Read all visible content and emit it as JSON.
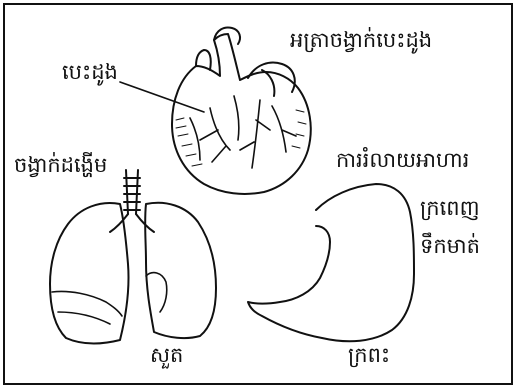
{
  "labels": {
    "heart_title": "អត្រាចង្វាក់បេះដូង",
    "heart": "បេះដូង",
    "cough": "ចង្វាក់ដង្ហើម",
    "digestion": "ការរំលាយអាហារ",
    "stomach_word": "ក្រពេញ",
    "water": "ទឹកមាត់",
    "lung": "សួត",
    "stomach": "ក្រពះ"
  },
  "colors": {
    "ink": "#111111",
    "background": "#ffffff"
  }
}
